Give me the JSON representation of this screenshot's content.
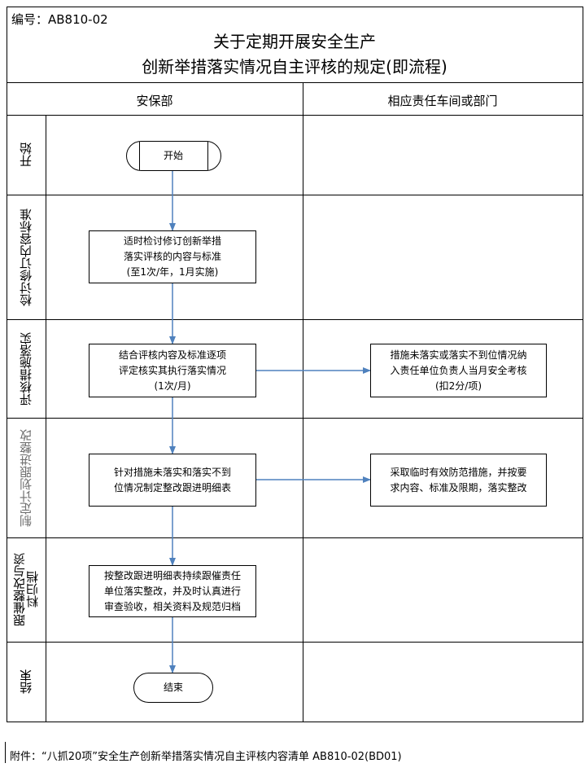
{
  "header": {
    "code": "编号：AB810-02",
    "title_line1": "关于定期开展安全生产",
    "title_line2": "创新举措落实情况自主评核的规定(即流程)"
  },
  "columns": {
    "left": "安保部",
    "right": "相应责任车间或部门"
  },
  "lanes": {
    "start": "开始",
    "revise": "检讨修订内容标准",
    "evaluate": "评核措施落实",
    "plan": "制定计划跟进整改",
    "archive": "跟催整改与资\n料归档",
    "end": "结束"
  },
  "nodes": {
    "start": "开始",
    "revise": "适时检讨修订创新举措\n落实评核的内容与标准\n(至1次/年，1月实施)",
    "evaluate": "结合评核内容及标准逐项\n评定核实其执行落实情况\n(1次/月)",
    "penalty": "措施未落实或落实不到位情况纳\n入责任单位负责人当月安全考核\n(扣2分/项)",
    "plan": "针对措施未落实和落实不到\n位情况制定整改跟进明细表",
    "measures": "采取临时有效防范措施，并按要\n求内容、标准及限期，落实整改",
    "archive": "按整改跟进明细表持续跟催责任\n单位落实整改，并及时认真进行\n审查验收，相关资料及规范归档",
    "end": "结束"
  },
  "footer": {
    "attachment": "附件：“八抓20项”安全生产创新举措落实情况自主评核内容清单   AB810-02(BD01)"
  },
  "colors": {
    "border": "#000000",
    "arrow": "#4f81bd",
    "lane_label_gray": "#707070"
  }
}
